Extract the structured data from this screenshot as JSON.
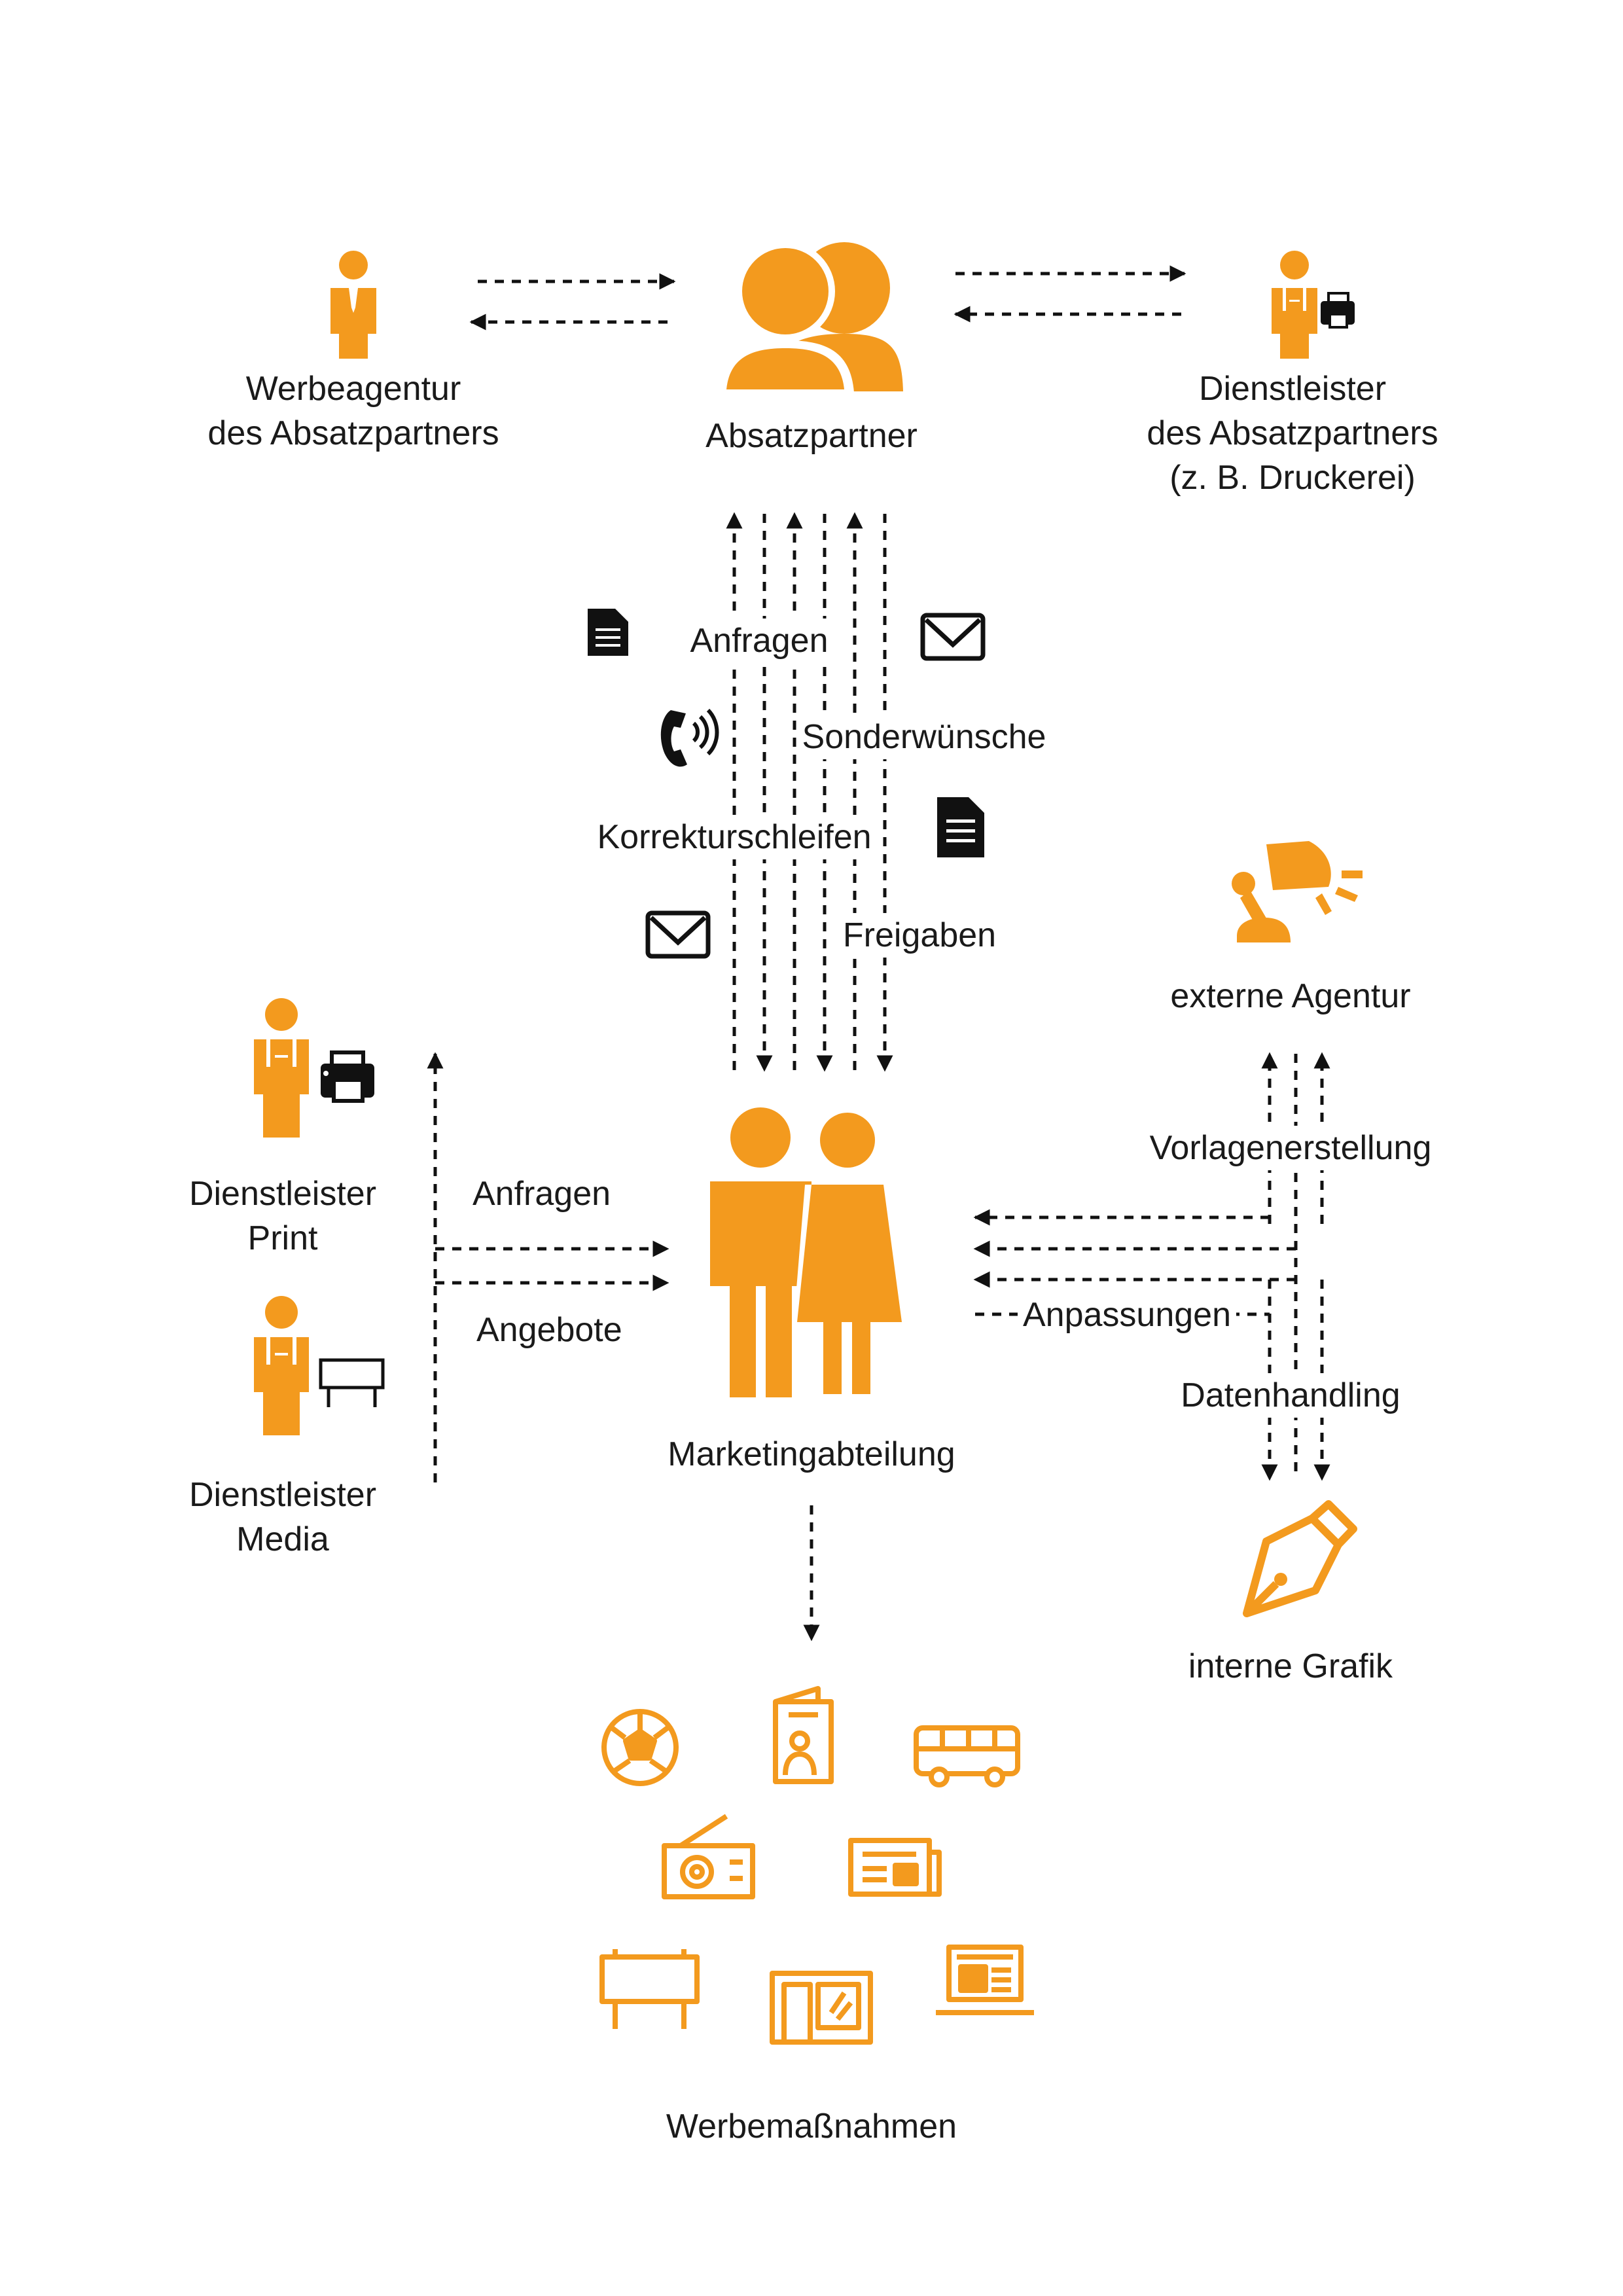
{
  "nodes": {
    "werbeagentur": {
      "line1": "Werbeagentur",
      "line2": "des Absatzpartners"
    },
    "absatzpartner": {
      "label": "Absatzpartner"
    },
    "dienstleister_absatzpartner": {
      "line1": "Dienstleister",
      "line2": "des Absatzpartners",
      "line3": "(z. B. Druckerei)"
    },
    "externe_agentur": {
      "label": "externe Agentur"
    },
    "dienstleister_print": {
      "line1": "Dienstleister",
      "line2": "Print"
    },
    "dienstleister_media": {
      "line1": "Dienstleister",
      "line2": "Media"
    },
    "marketingabteilung": {
      "label": "Marketingabteilung"
    },
    "interne_grafik": {
      "label": "interne Grafik"
    },
    "werbemassnahmen": {
      "label": "Werbemaßnahmen"
    }
  },
  "flows": {
    "anfragen_top": "Anfragen",
    "sonderwuensche": "Sonderwünsche",
    "korrekturschleifen": "Korrekturschleifen",
    "freigaben": "Freigaben",
    "anfragen_left": "Anfragen",
    "angebote": "Angebote",
    "vorlagenerstellung": "Vorlagenerstellung",
    "anpassungen": "Anpassungen",
    "datenhandling": "Datenhandling"
  },
  "icons": {
    "werbeagentur": "person-tie-icon",
    "absatzpartner": "two-people-icon",
    "dienstleister_absatzpartner": "worker-printer-icon",
    "channel_document_1": "document-icon",
    "channel_mail_1": "envelope-icon",
    "channel_phone": "phone-icon",
    "channel_document_2": "document-icon",
    "channel_mail_2": "envelope-icon",
    "externe_agentur": "desk-lamp-icon",
    "dienstleister_print": "worker-printer-icon",
    "dienstleister_media": "worker-billboard-icon",
    "marketingabteilung": "couple-icon",
    "interne_grafik": "fountain-pen-icon",
    "werbemassnahmen": [
      "football-icon",
      "brochure-icon",
      "bus-icon",
      "radio-icon",
      "newspaper-icon",
      "billboard-icon",
      "shop-window-icon",
      "laptop-icon"
    ]
  },
  "colors": {
    "accent": "#F39A1E",
    "text": "#1a1a1a",
    "icon_dark": "#111111"
  }
}
